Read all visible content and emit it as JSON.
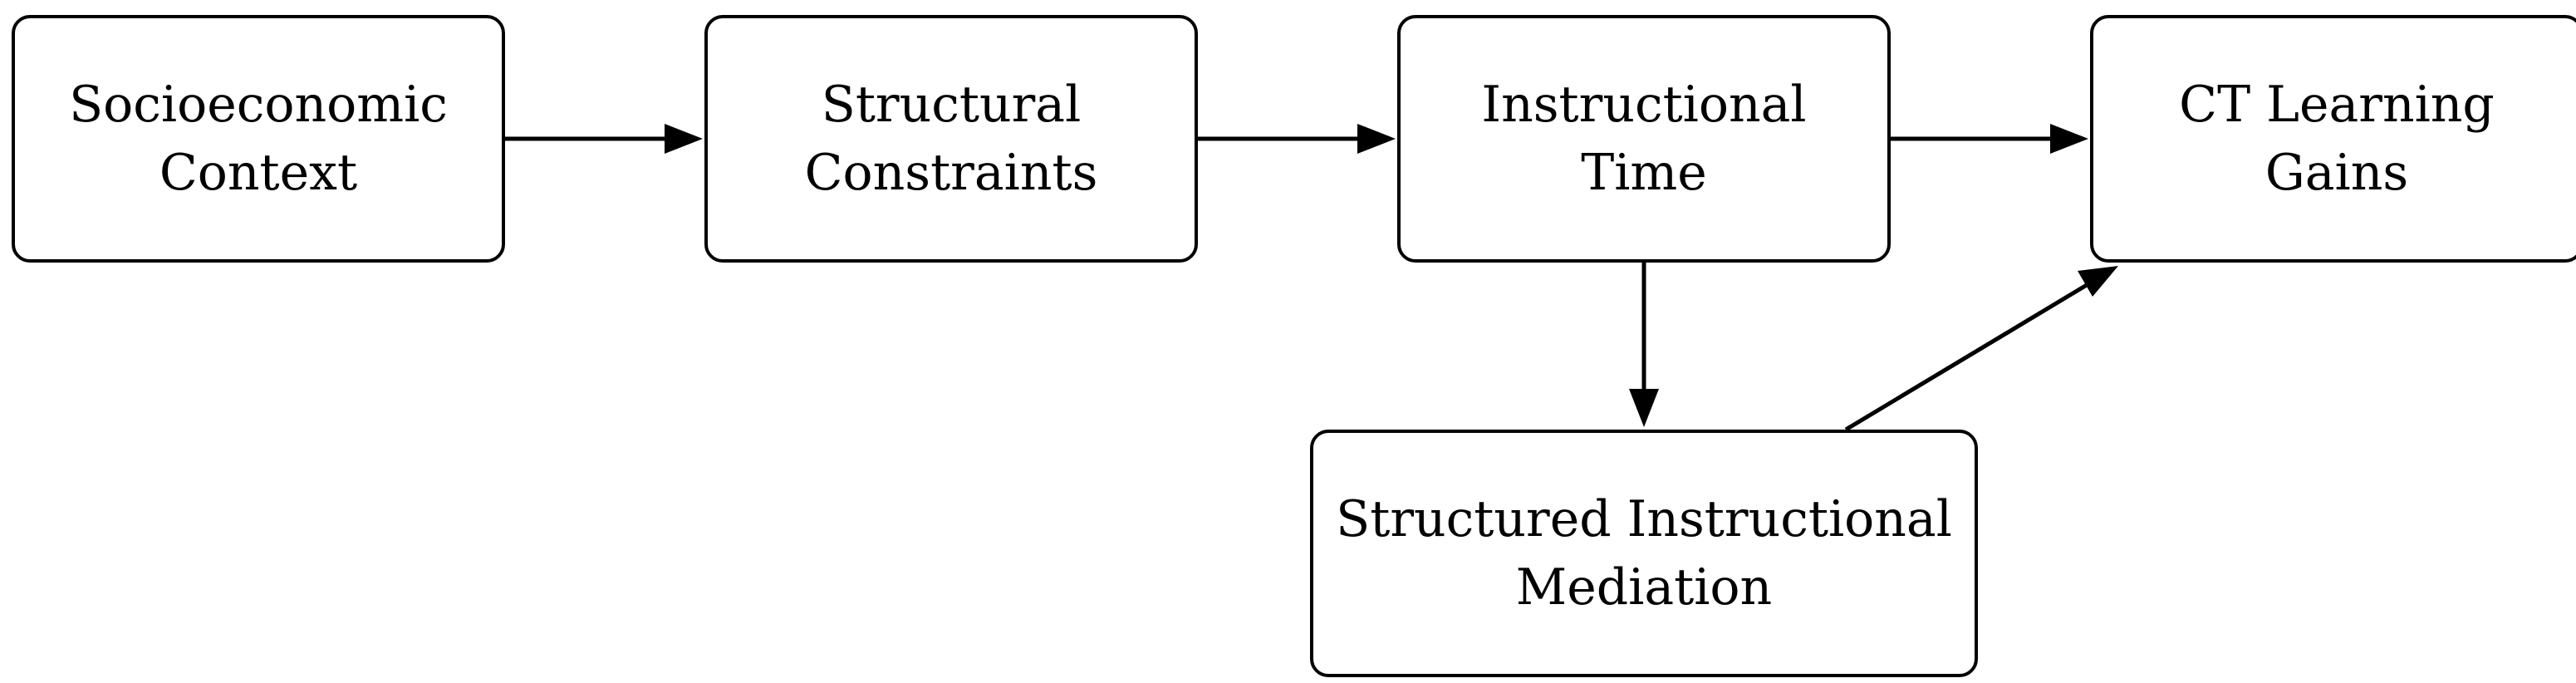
{
  "nodes": {
    "socioeconomic": {
      "lines": [
        "Socioeconomic",
        "Context"
      ]
    },
    "structural": {
      "lines": [
        "Structural",
        "Constraints"
      ]
    },
    "instructional_time": {
      "lines": [
        "Instructional",
        "Time"
      ]
    },
    "ct_gains": {
      "lines": [
        "CT Learning",
        "Gains"
      ]
    },
    "mediation": {
      "lines": [
        "Structured Instructional",
        "Mediation"
      ]
    }
  },
  "edges": [
    {
      "from": "socioeconomic",
      "to": "structural"
    },
    {
      "from": "structural",
      "to": "instructional_time"
    },
    {
      "from": "instructional_time",
      "to": "ct_gains"
    },
    {
      "from": "instructional_time",
      "to": "mediation"
    },
    {
      "from": "mediation",
      "to": "ct_gains"
    }
  ],
  "colors": {
    "stroke": "#000000",
    "fill": "#ffffff",
    "text": "#000000"
  }
}
